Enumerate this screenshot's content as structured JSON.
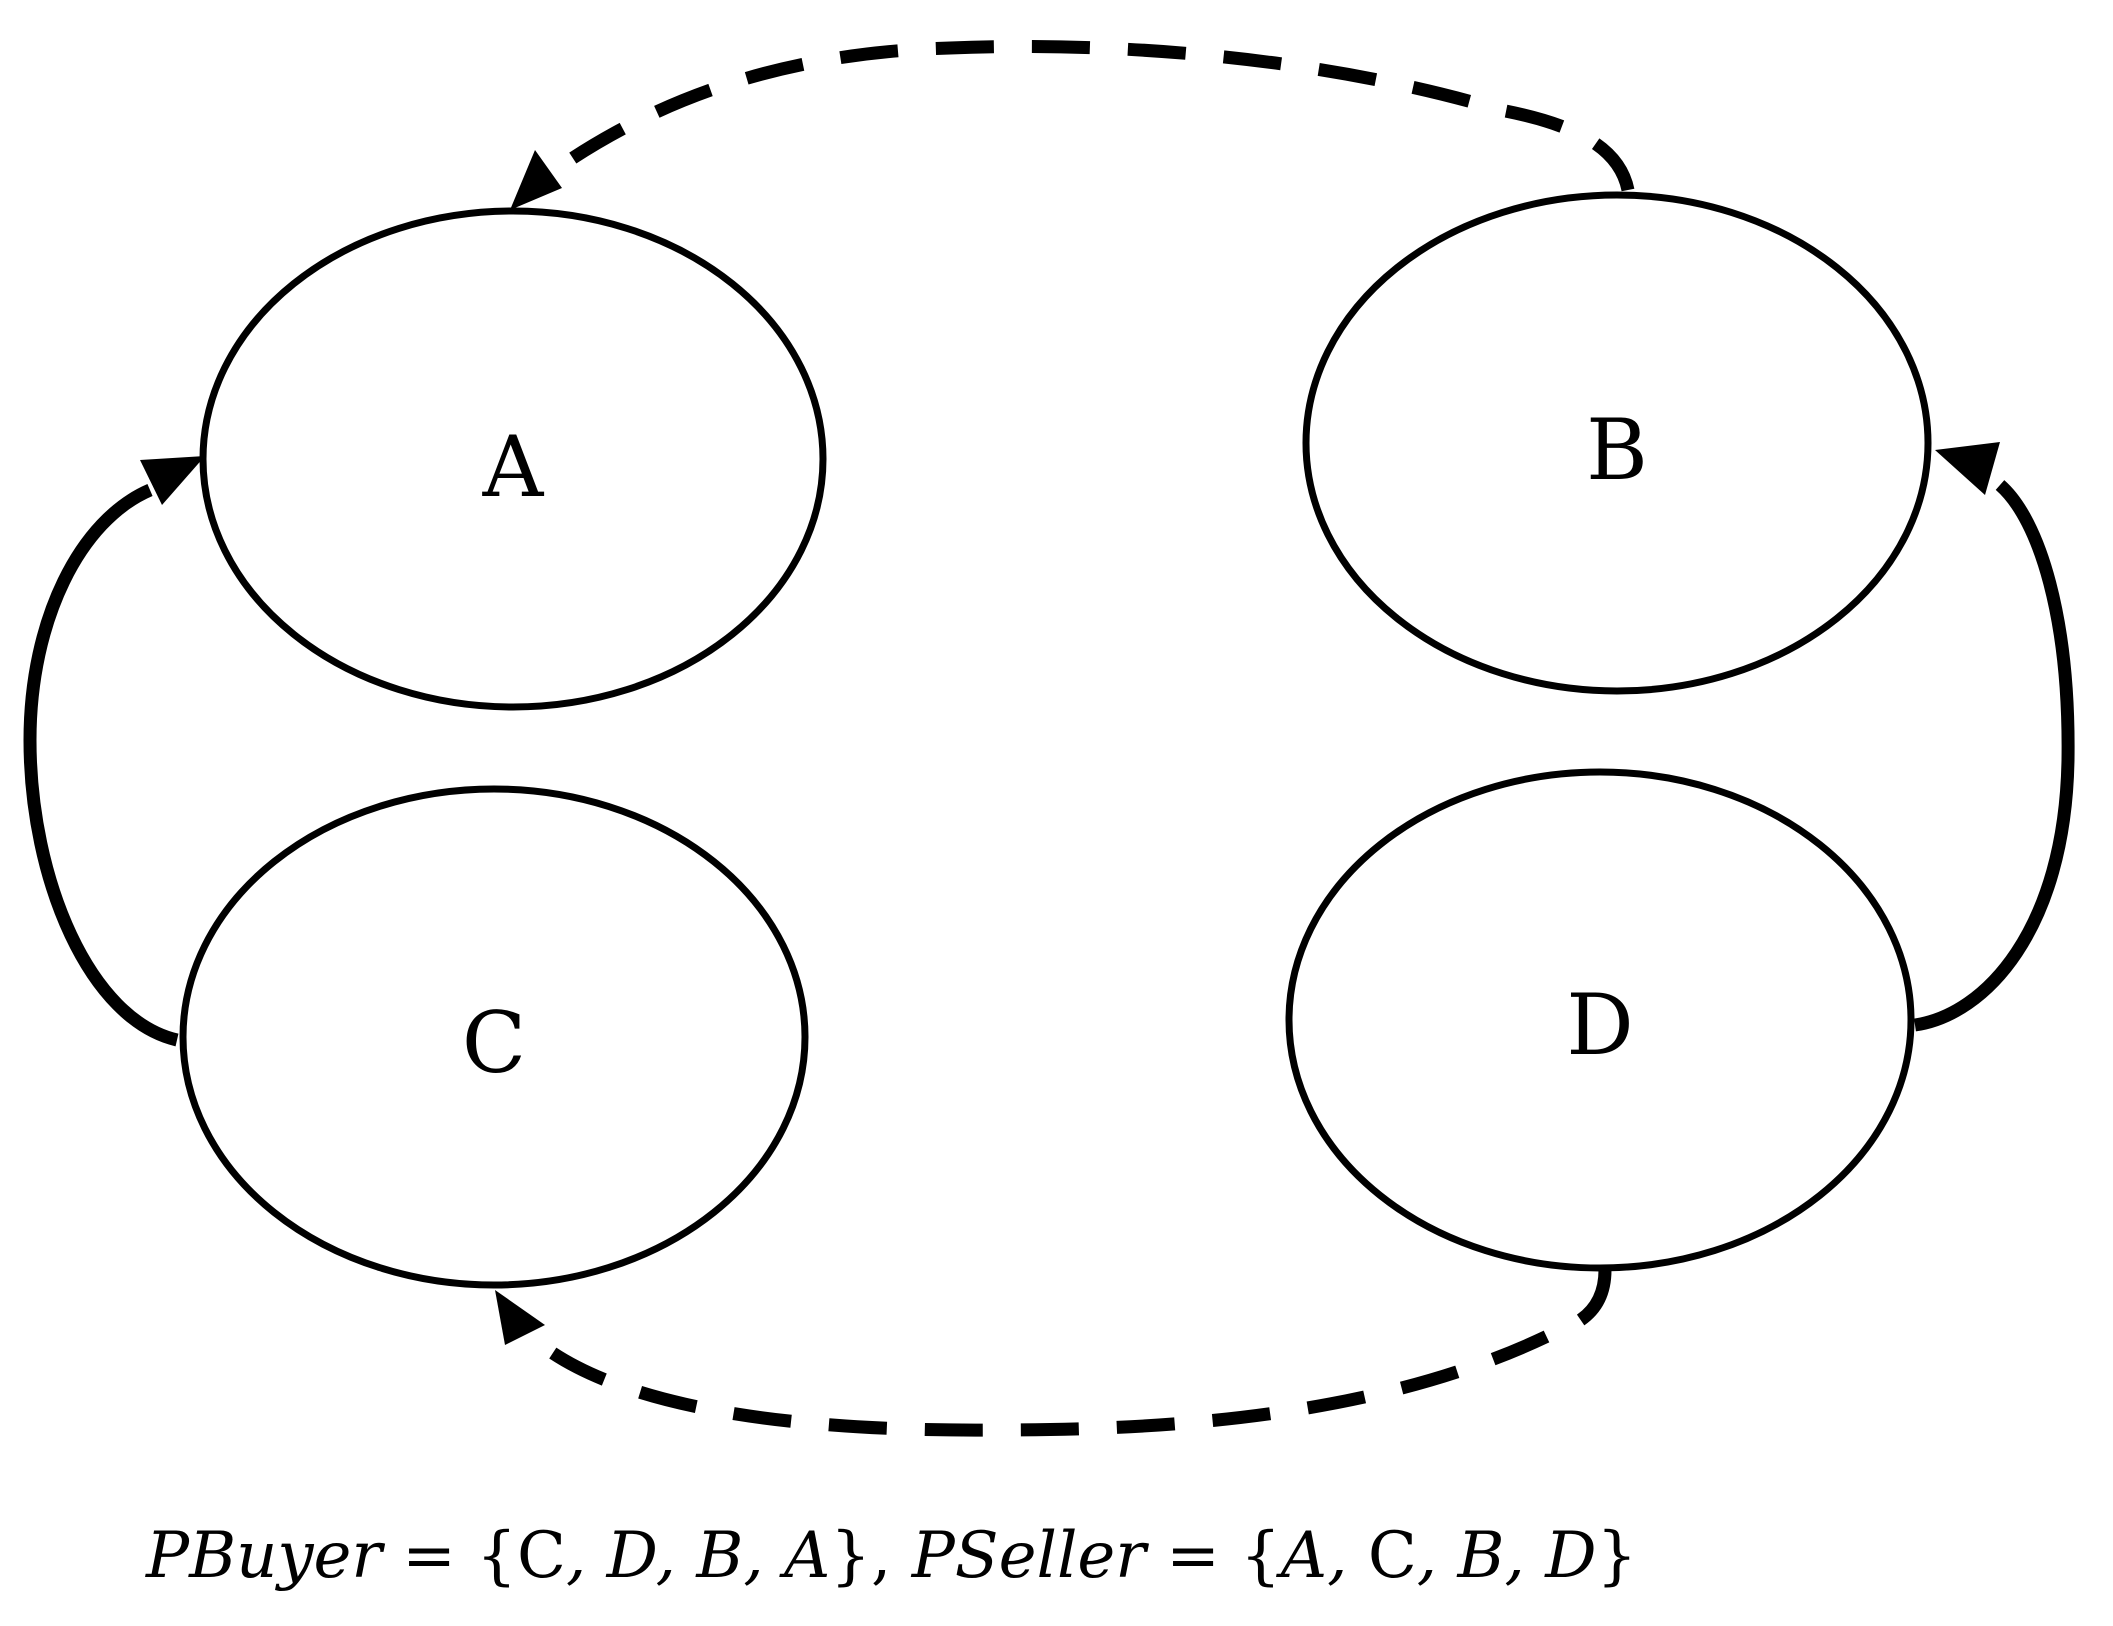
{
  "nodes": {
    "a": {
      "label": "A"
    },
    "b": {
      "label": "B"
    },
    "c": {
      "label": "C"
    },
    "d": {
      "label": "D"
    }
  },
  "edges": {
    "c_to_a": {
      "from": "C",
      "to": "A",
      "style": "solid"
    },
    "d_to_b": {
      "from": "D",
      "to": "B",
      "style": "solid"
    },
    "b_to_a": {
      "from": "B",
      "to": "A",
      "style": "dashed"
    },
    "d_to_c": {
      "from": "D",
      "to": "C",
      "style": "dashed"
    }
  },
  "caption": {
    "pbuyer_name": "PBuyer",
    "eq1": " = {",
    "pbuyer_first": "C",
    "pbuyer_rest": ", D, B, A",
    "close1": "}, ",
    "pseller_name": "PSeller",
    "eq2": " = {",
    "pseller_first": "A, ",
    "pseller_c": "C",
    "pseller_rest": ", B, D",
    "close2": "}"
  },
  "colors": {
    "stroke": "#000000",
    "background": "#ffffff"
  }
}
